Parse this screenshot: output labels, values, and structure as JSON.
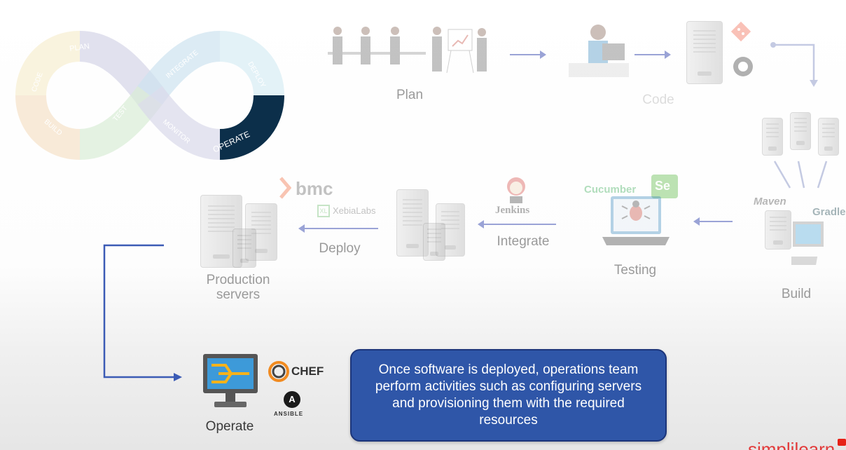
{
  "loop": {
    "stages": [
      "PLAN",
      "INTEGRATE",
      "DEPLOY",
      "OPERATE",
      "MONITOR",
      "TEST",
      "BUILD",
      "CODE"
    ],
    "colors": {
      "plan": "#c8c8e0",
      "integrate": "#cde3ef",
      "deploy": "#d7ecf3",
      "operate": "#0c2f4a",
      "monitor": "#d8d8ea",
      "test": "#d8ecd6",
      "build": "#f5e1c8",
      "code": "#f7eed0"
    }
  },
  "stages": {
    "plan": "Plan",
    "code": "Code",
    "build": "Build",
    "testing": "Testing",
    "integrate": "Integrate",
    "deploy": "Deploy",
    "production": "Production servers",
    "operate": "Operate"
  },
  "tools": {
    "maven": "Maven",
    "gradle": "Gradle",
    "cucumber": "Cucumber",
    "selenium": "Se",
    "jenkins": "Jenkins",
    "xebialabs": "XebiaLabs",
    "bmc": "bmc",
    "chef": "CHEF",
    "ansible": "ANSIBLE",
    "ansible_mark": "A"
  },
  "info": {
    "text": "Once software is deployed, operations team perform activities such as configuring servers and provisioning them with the required resources"
  },
  "brand": {
    "text": "simplilearn",
    "accent": "#2f56a8",
    "arrow": "#3b5bb5"
  }
}
